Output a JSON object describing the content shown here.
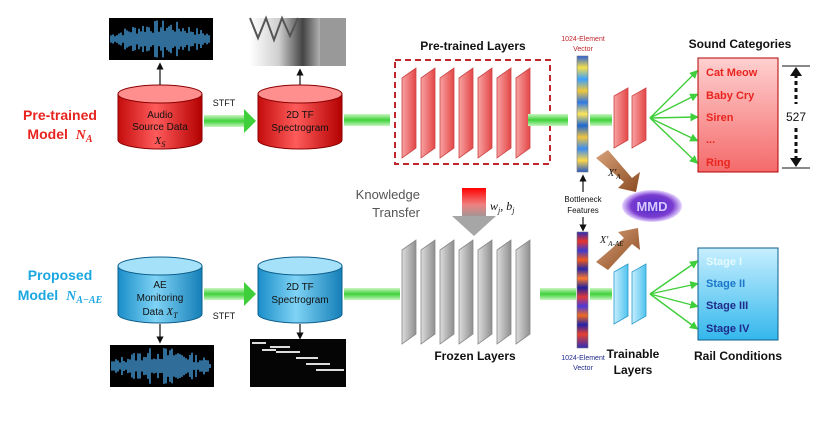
{
  "top": {
    "model_label_1": "Pre-trained",
    "model_label_2": "Model",
    "model_symbol": "N",
    "model_sub": "A",
    "source_cyl": [
      "Audio",
      "Source Data"
    ],
    "source_var": "X",
    "source_var_sub": "S",
    "stft": "STFT",
    "spec_cyl": [
      "2D TF",
      "Spectrogram"
    ],
    "layers_title": "Pre-trained Layers",
    "vector_label": [
      "1024-Element",
      "Vector"
    ],
    "categories_title": "Sound Categories",
    "categories": [
      "Cat Meow",
      "Baby Cry",
      "Siren",
      "...",
      "Ring"
    ],
    "count": "527"
  },
  "middle": {
    "transfer": [
      "Knowledge",
      "Transfer"
    ],
    "params": "w",
    "params_sub": "j",
    "params_b": "b",
    "bottleneck": [
      "Bottleneck",
      "Features"
    ],
    "mmd": "MMD",
    "xa": "X'",
    "xa_sub": "A",
    "xae": "X'",
    "xae_sub": "A-AE"
  },
  "bottom": {
    "model_label_1": "Proposed",
    "model_label_2": "Model",
    "model_symbol": "N",
    "model_sub": "A−AE",
    "source_cyl": [
      "AE",
      "Monitoring"
    ],
    "source_var_prefix": "Data",
    "source_var": "X",
    "source_var_sub": "T",
    "stft": "STFT",
    "spec_cyl": [
      "2D TF",
      "Spectrogram"
    ],
    "frozen": "Frozen Layers",
    "vector_label": [
      "1024-Element",
      "Vector"
    ],
    "trainable": [
      "Trainable",
      "Layers"
    ],
    "conditions_title": "Rail Conditions",
    "stages": [
      "Stage I",
      "Stage II",
      "Stage III",
      "Stage IV"
    ]
  },
  "colors": {
    "red": "#e8241f",
    "blue": "#1ba7e0",
    "navy": "#1f2a8a",
    "green": "#3fcf3a"
  }
}
